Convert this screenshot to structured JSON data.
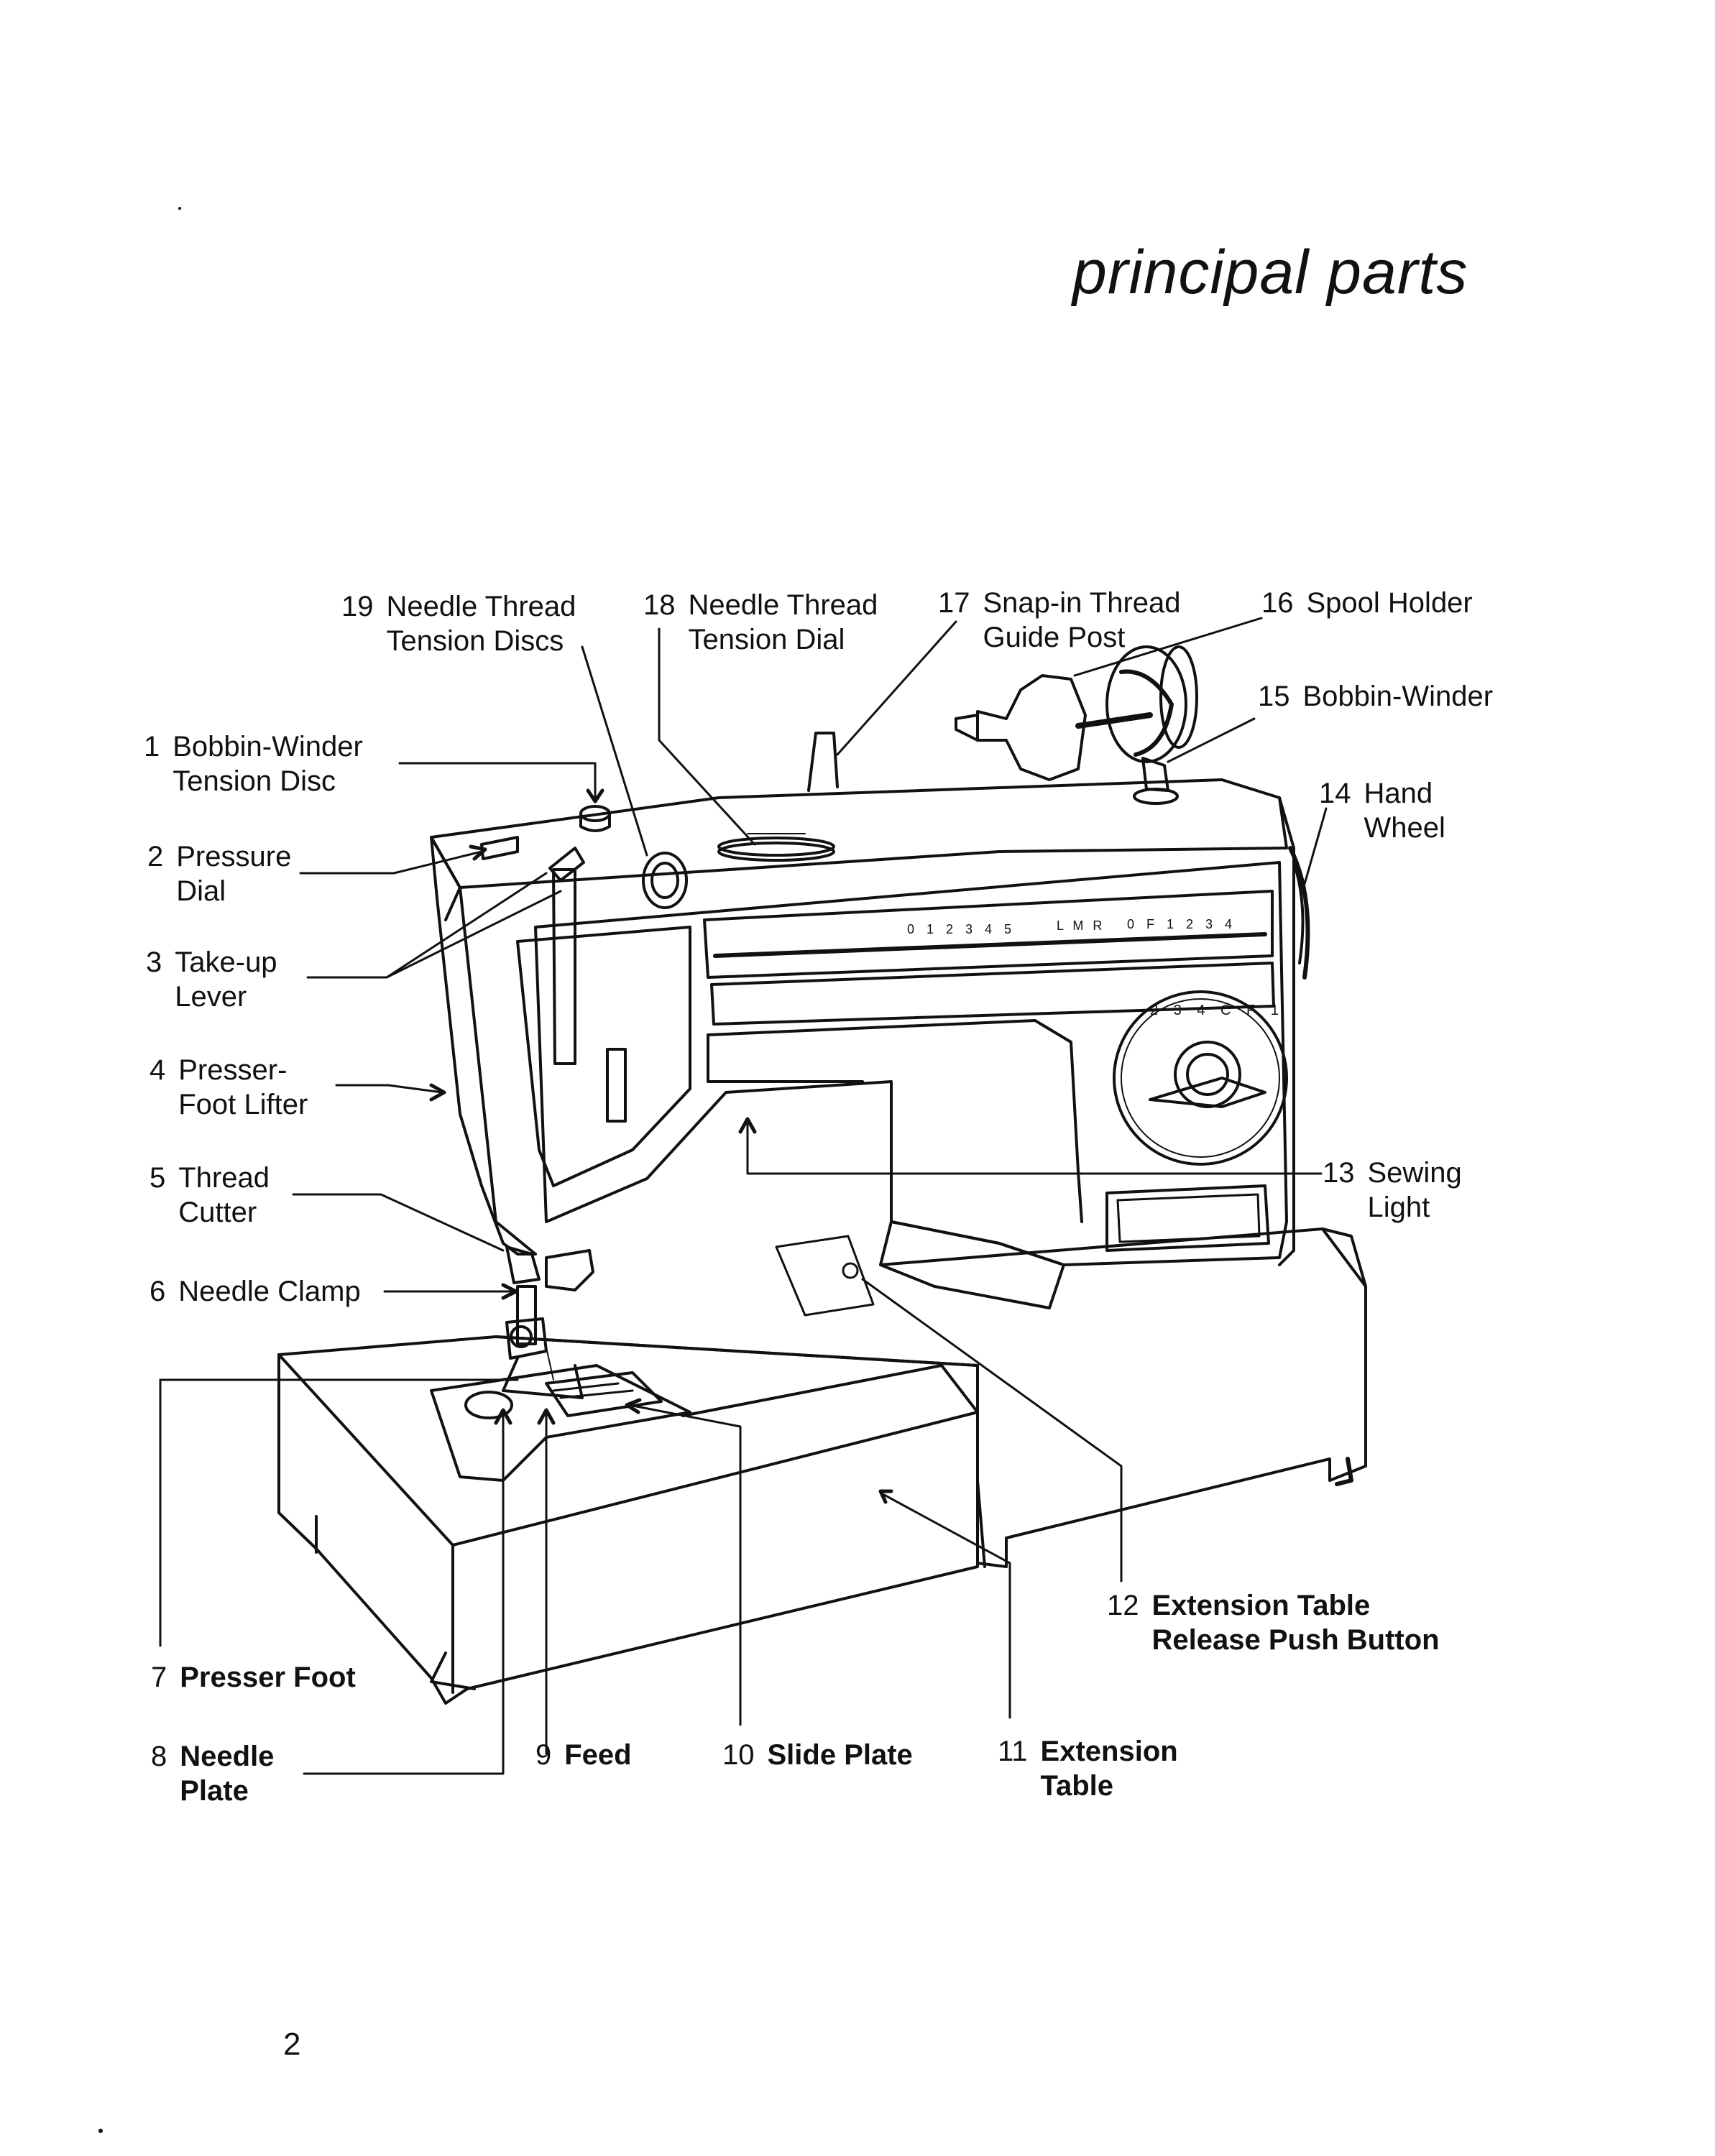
{
  "page": {
    "title": "principal parts",
    "page_number": "2"
  },
  "parts": [
    {
      "num": "1",
      "label": "Bobbin-Winder\nTension Disc"
    },
    {
      "num": "2",
      "label": "Pressure\nDial"
    },
    {
      "num": "3",
      "label": "Take-up\nLever"
    },
    {
      "num": "4",
      "label": "Presser-\nFoot Lifter"
    },
    {
      "num": "5",
      "label": "Thread\nCutter"
    },
    {
      "num": "6",
      "label": "Needle Clamp"
    },
    {
      "num": "7",
      "label": "Presser Foot"
    },
    {
      "num": "8",
      "label": "Needle\nPlate"
    },
    {
      "num": "9",
      "label": "Feed"
    },
    {
      "num": "10",
      "label": "Slide Plate"
    },
    {
      "num": "11",
      "label": "Extension\nTable"
    },
    {
      "num": "12",
      "label": "Extension Table\nRelease Push Button"
    },
    {
      "num": "13",
      "label": "Sewing\nLight"
    },
    {
      "num": "14",
      "label": "Hand\nWheel"
    },
    {
      "num": "15",
      "label": "Bobbin-Winder"
    },
    {
      "num": "16",
      "label": "Spool Holder"
    },
    {
      "num": "17",
      "label": "Snap-in Thread\nGuide Post"
    },
    {
      "num": "18",
      "label": "Needle Thread\nTension Dial"
    },
    {
      "num": "19",
      "label": "Needle Thread\nTension Discs"
    }
  ],
  "machine_panel": {
    "stitch_scale": "0 1 2 3 4 5",
    "needle_position": "L M R",
    "buttonhole_scale": "0 F 1 2 3 4",
    "dial_marks": "2 3 4 C F 1"
  }
}
